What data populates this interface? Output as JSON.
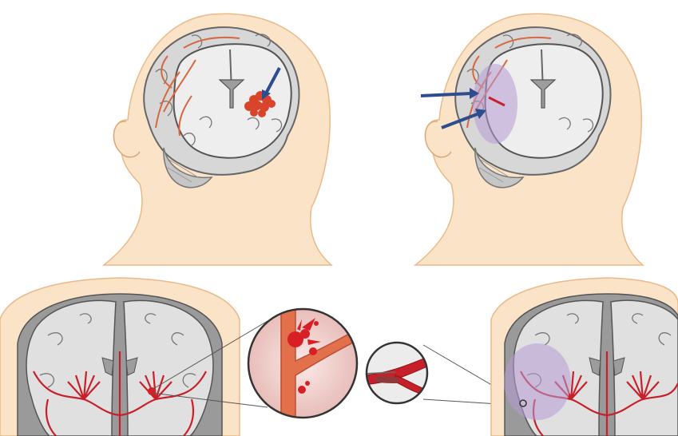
{
  "panels": [
    {
      "id": "head-hemorrhage"
    },
    {
      "id": "head-ischemia"
    },
    {
      "id": "coronal-left"
    },
    {
      "id": "zoom-hemorrhage"
    },
    {
      "id": "zoom-occlusion"
    },
    {
      "id": "coronal-right"
    }
  ],
  "colors": {
    "background": "#ffffff",
    "skin": "#fbe3c7",
    "skin_outline": "#e9b98a",
    "brain": "#dcdcdc",
    "brain_outline": "#6f6f6f",
    "brain_dark": "#9e9e9e",
    "vessel": "#c8202a",
    "vessel_light": "#e2704a",
    "blood": "#d81f26",
    "arrow": "#2e4d8f",
    "infarct": "#b79ad6",
    "zoom_bg": "#f2d6d3"
  }
}
